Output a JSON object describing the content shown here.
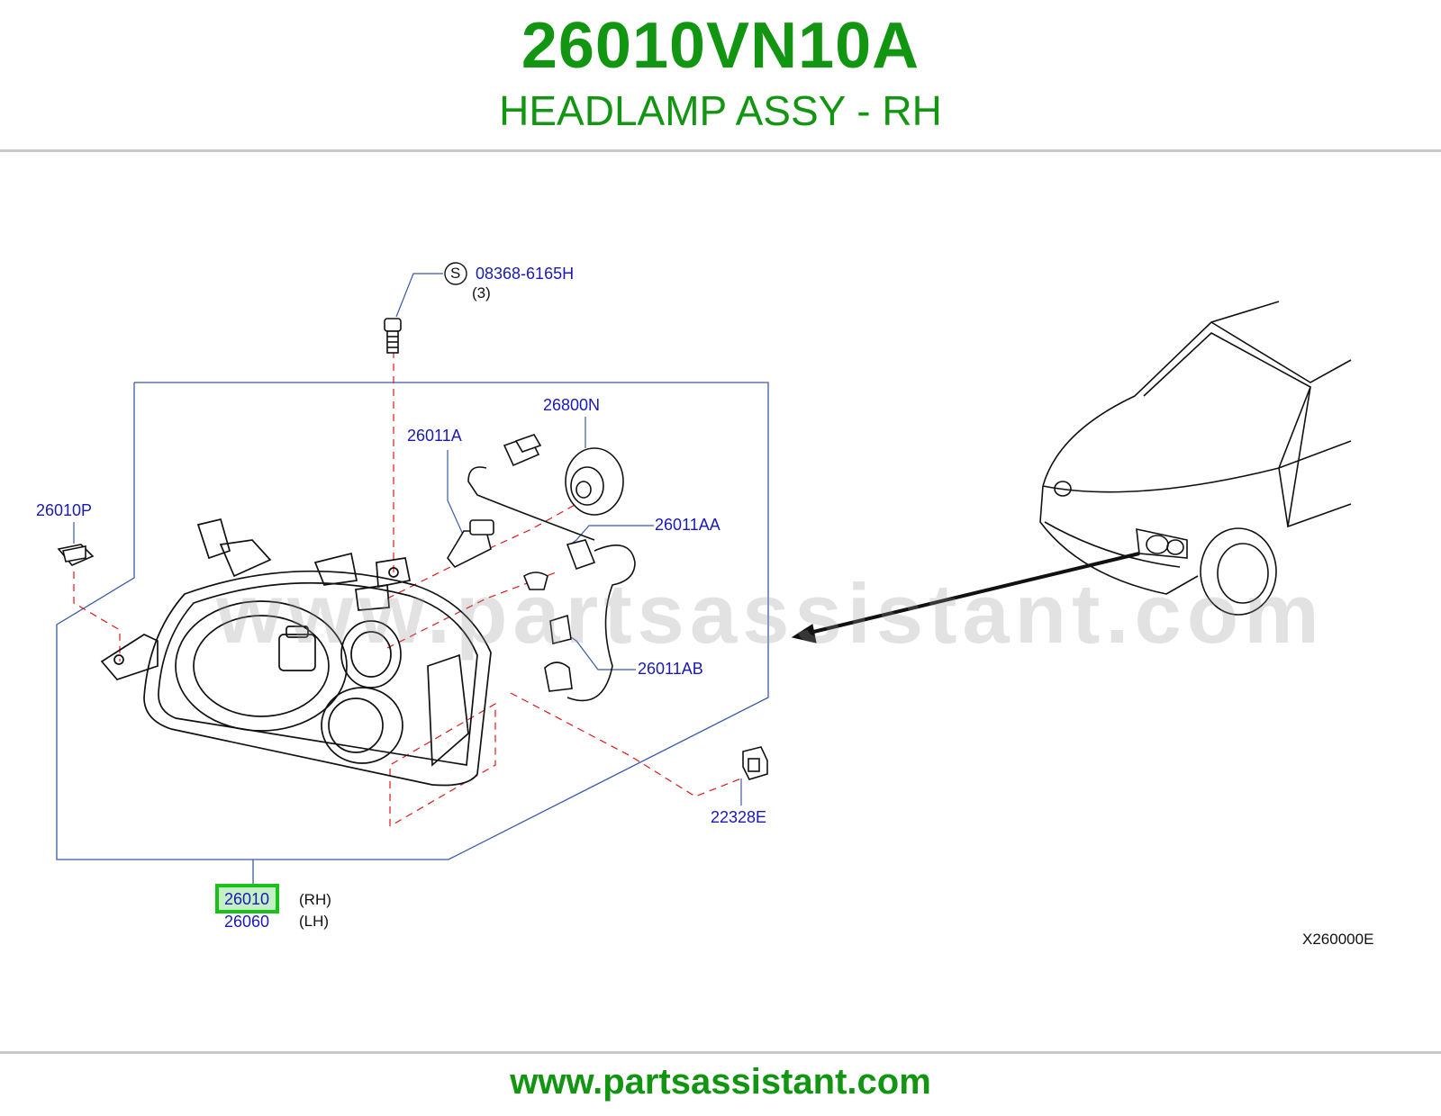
{
  "header": {
    "part_number": "26010VN10A",
    "part_name": "HEADLAMP ASSY - RH"
  },
  "diagram": {
    "screw_symbol": "S",
    "callouts": {
      "screw": "08368-6165H",
      "screw_qty": "(3)",
      "bulb_main": "26011A",
      "socket_cap": "26800N",
      "clip_left": "26010P",
      "side_bulb": "26011AA",
      "socket_lower": "26011AB",
      "bracket_right": "22328E",
      "assy_rh": "26010",
      "assy_rh_side": "(RH)",
      "assy_lh": "26060",
      "assy_lh_side": "(LH)"
    },
    "figure_code": "X260000E",
    "watermark": "www.partsassistant.com"
  },
  "footer": {
    "url": "www.partsassistant.com"
  },
  "colors": {
    "brand_green": "#129612",
    "callout_blue": "#1a1ab4",
    "leader_red": "#e01818",
    "highlight_green": "#19c219"
  }
}
